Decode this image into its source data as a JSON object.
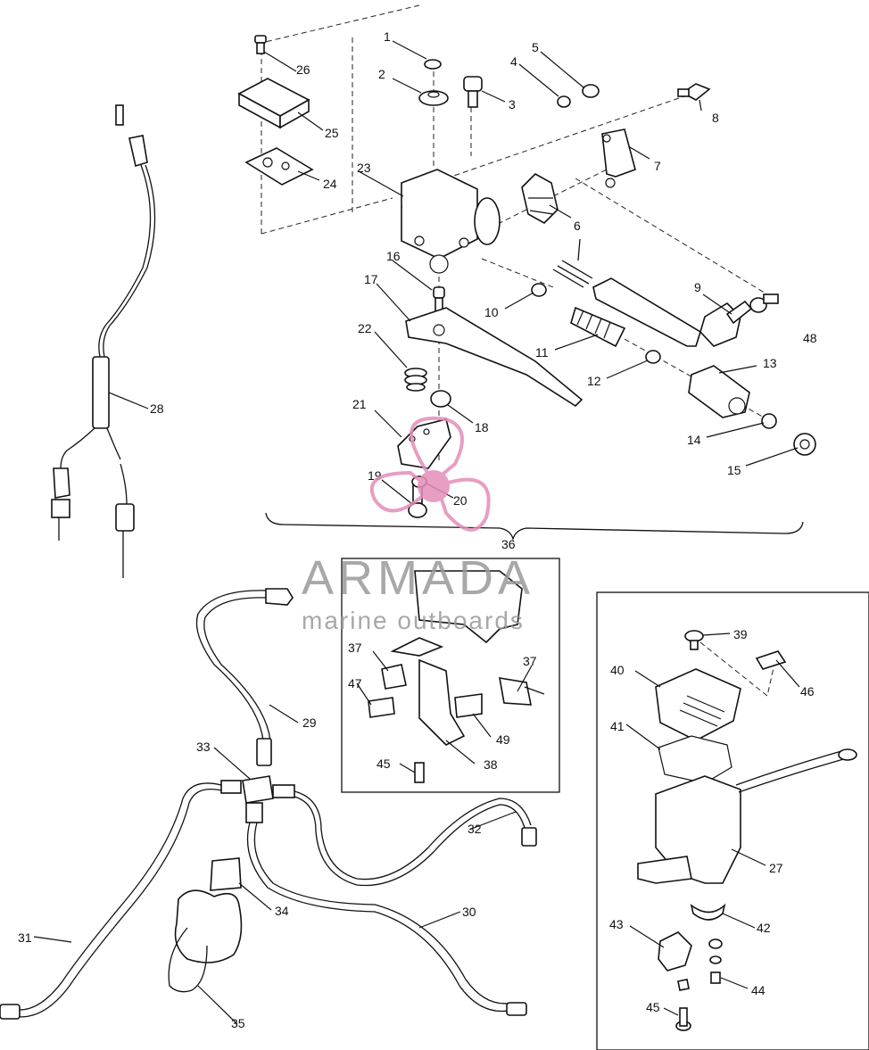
{
  "callouts": [
    "1",
    "2",
    "3",
    "4",
    "5",
    "6",
    "7",
    "8",
    "9",
    "10",
    "11",
    "12",
    "13",
    "14",
    "15",
    "16",
    "17",
    "18",
    "19",
    "20",
    "21",
    "22",
    "23",
    "24",
    "25",
    "26",
    "27",
    "28",
    "29",
    "30",
    "31",
    "32",
    "33",
    "34",
    "35",
    "36",
    "37",
    "37",
    "38",
    "39",
    "40",
    "41",
    "42",
    "43",
    "44",
    "45",
    "45",
    "46",
    "47",
    "48",
    "49"
  ],
  "watermark": {
    "brand": "ARMADA",
    "tagline": "marine outboards",
    "color_brand": "#9a9a9a",
    "color_logo": "#e48cb8"
  }
}
